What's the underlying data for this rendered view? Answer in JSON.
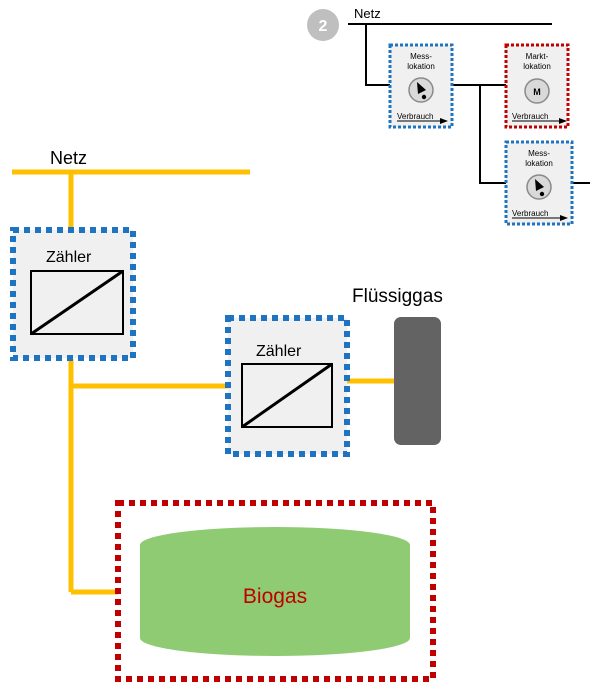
{
  "main": {
    "netz_label": "Netz",
    "meter1_label": "Zähler",
    "meter2_label": "Zähler",
    "gas_label": "Flüssiggas",
    "biogas_label": "Biogas"
  },
  "inset": {
    "step_number": "2",
    "netz_label": "Netz",
    "mess1_line1": "Mess-",
    "mess1_line2": "lokation",
    "mess1_caption": "Verbrauch",
    "markt_line1": "Markt-",
    "markt_line2": "lokation",
    "markt_symbol": "M",
    "markt_caption": "Verbrauch",
    "mess2_line1": "Mess-",
    "mess2_line2": "lokation",
    "mess2_caption": "Verbrauch"
  },
  "colors": {
    "grid_line": "#ffc000",
    "meter_border": "#1f74c1",
    "biogas_border": "#c00000",
    "biogas_fill": "#8fcb72",
    "biogas_text": "#c00000",
    "gas_tank": "#636363",
    "box_fill": "#f0f0f0"
  },
  "icons": [
    "meter-symbol-icon",
    "gauge-icon",
    "step-badge-icon",
    "arrow-icon"
  ]
}
